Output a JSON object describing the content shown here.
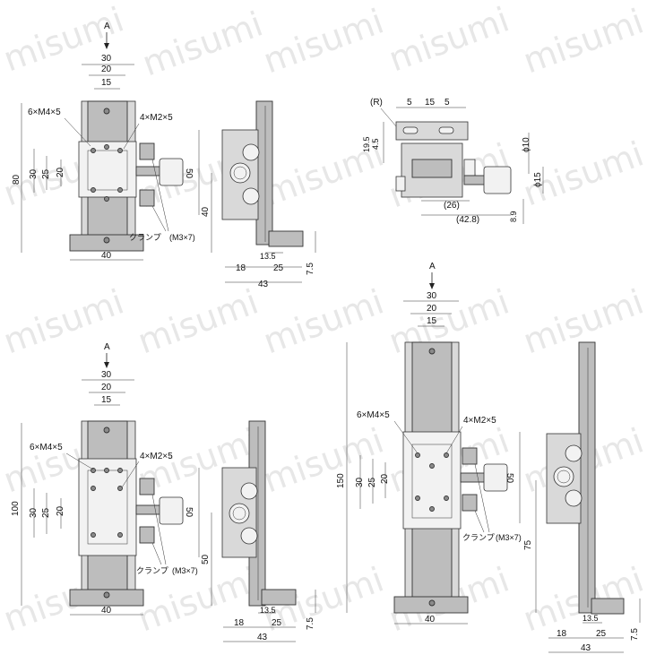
{
  "watermark": "misumi",
  "accent": "#bdbdbd",
  "views": {
    "front80": {
      "view_mark": "A",
      "d30": "30",
      "d20": "20",
      "d15": "15",
      "tap_m4": "6×M4×5",
      "tap_m2": "4×M2×5",
      "d80": "80",
      "d30v": "30",
      "d25": "25",
      "d20v": "20",
      "d50": "50",
      "d40v": "40",
      "d40": "40",
      "clamp": "クランプ",
      "clamp_size": "(M3×7)"
    },
    "side80": {
      "d135": "13.5",
      "d18": "18",
      "d25": "25",
      "d43": "43",
      "d75": "7.5"
    },
    "top": {
      "r": "(R)",
      "d5a": "5",
      "d15": "15",
      "d5b": "5",
      "d195": "19.5",
      "d45": "4.5",
      "phi10": "ϕ10",
      "phi15": "ϕ15",
      "d26": "(26)",
      "d428": "(42.8)",
      "d89": "8.9"
    },
    "front100": {
      "view_mark": "A",
      "d30": "30",
      "d20": "20",
      "d15": "15",
      "tap_m4": "6×M4×5",
      "tap_m2": "4×M2×5",
      "d100": "100",
      "d30v": "30",
      "d25": "25",
      "d20v": "20",
      "d50": "50",
      "d50v": "50",
      "d40": "40",
      "clamp": "クランプ",
      "clamp_size": "(M3×7)"
    },
    "side100": {
      "d135": "13.5",
      "d18": "18",
      "d25": "25",
      "d43": "43",
      "d75": "7.5"
    },
    "front150": {
      "view_mark": "A",
      "d30": "30",
      "d20": "20",
      "d15": "15",
      "tap_m4": "6×M4×5",
      "tap_m2": "4×M2×5",
      "d150": "150",
      "d30v": "30",
      "d25": "25",
      "d20v": "20",
      "d50": "50",
      "d75v": "75",
      "d40": "40",
      "clamp": "クランプ",
      "clamp_size": "(M3×7)"
    },
    "side150": {
      "d135": "13.5",
      "d18": "18",
      "d25": "25",
      "d43": "43",
      "d75": "7.5"
    }
  }
}
